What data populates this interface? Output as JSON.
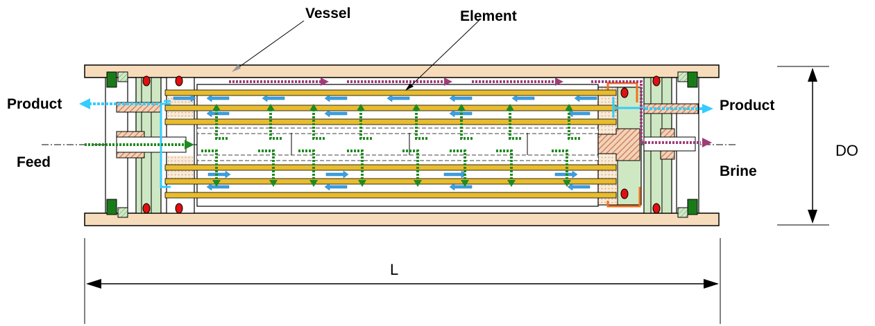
{
  "labels": {
    "vessel": "Vessel",
    "element": "Element",
    "product_left": "Product",
    "product_right": "Product",
    "feed": "Feed",
    "brine": "Brine",
    "diameter": "DO",
    "length": "L"
  },
  "colors": {
    "vessel": "#f7dcbb",
    "tube": "#e8bc2e",
    "flow_product": "#3aa0e0",
    "flow_feed": "#1f8a1f",
    "flow_brine": "#a03c78",
    "endcap": "#cfe8c4",
    "seal": "#e01010",
    "product_out": "#33ccff",
    "hatch": "#c87850",
    "bracket": "#f07020"
  }
}
